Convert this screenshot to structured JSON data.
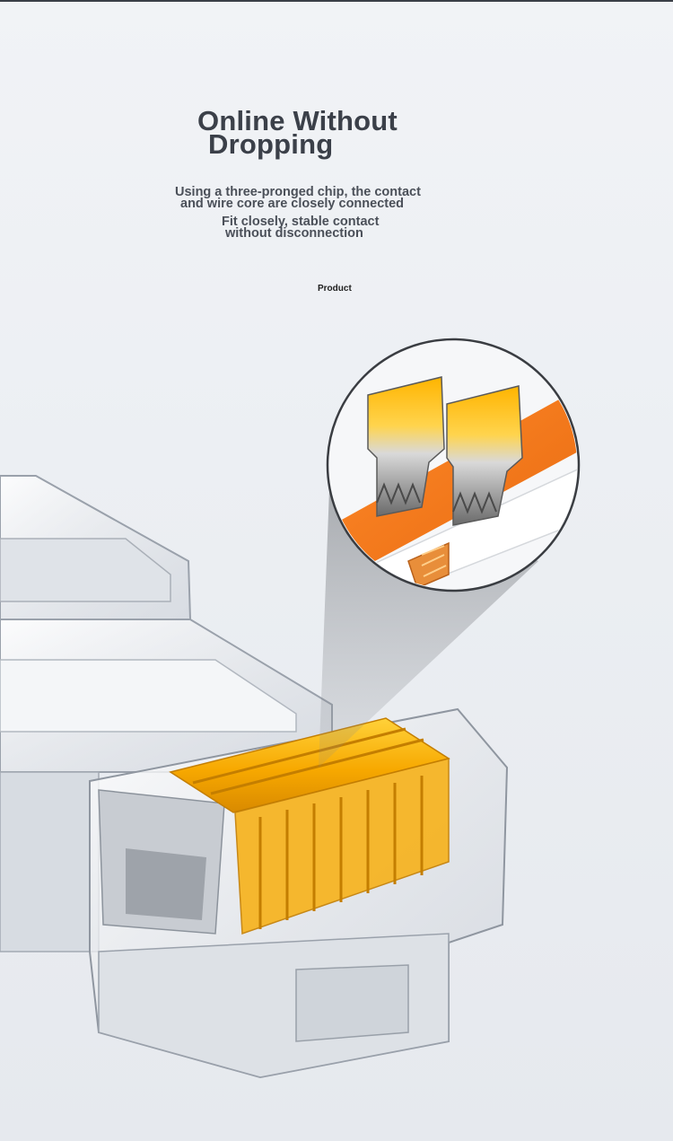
{
  "headline": {
    "line1": "Online Without",
    "line2": "Dropping"
  },
  "feature_one": {
    "line1": "Using a three-pronged chip, the contact",
    "line2": "and wire core are closely connected"
  },
  "feature_two": {
    "line1": "Fit closely, stable contact",
    "line2": "without disconnection"
  },
  "label": "Product",
  "colors": {
    "background": "#eceff3",
    "headline": "#3b4049",
    "contact_gold": "#f7a800",
    "wire_orange": "#f07a1a",
    "copper": "#e88e3a"
  },
  "images": {
    "connector": "rj45-connector-illustration",
    "magnifier": "zoomed-contact-blade-illustration"
  }
}
